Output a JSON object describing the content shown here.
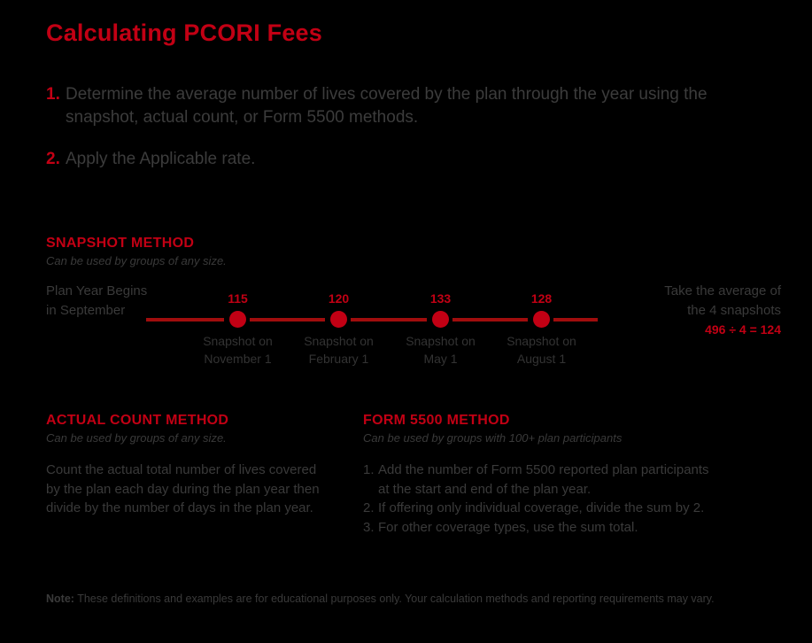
{
  "title": "Calculating PCORI Fees",
  "colors": {
    "background": "#000000",
    "accent_red": "#c20014",
    "line_red": "#a00d0d",
    "body_gray": "#3a3a3a"
  },
  "intro": {
    "items": [
      {
        "number": "1.",
        "text": "Determine the average number of lives covered by the plan through the year using the snapshot, actual count, or Form 5500 methods."
      },
      {
        "number": "2.",
        "text": "Apply the Applicable rate."
      }
    ]
  },
  "snapshot_method": {
    "heading": "SNAPSHOT METHOD",
    "subheading": "Can be used by groups of any size.",
    "start_label_line1": "Plan Year Begins",
    "start_label_line2": "in September",
    "nodes": [
      {
        "value": "115",
        "label_line1": "Snapshot on",
        "label_line2": "November 1"
      },
      {
        "value": "120",
        "label_line1": "Snapshot on",
        "label_line2": "February 1"
      },
      {
        "value": "133",
        "label_line1": "Snapshot on",
        "label_line2": "May 1"
      },
      {
        "value": "128",
        "label_line1": "Snapshot on",
        "label_line2": "August 1"
      }
    ],
    "average_line1": "Take the average of",
    "average_line2": "the 4 snapshots",
    "average_calc": "496 ÷ 4 = 124"
  },
  "actual_count_method": {
    "heading": "ACTUAL COUNT METHOD",
    "subheading": "Can be used by groups of any size.",
    "body": "Count the actual total number of lives covered by the plan each day during the plan year then divide by the number of days in the plan year."
  },
  "form_5500_method": {
    "heading": "FORM 5500 METHOD",
    "subheading": "Can be used by groups with 100+ plan participants",
    "items": [
      {
        "number": "1.",
        "text": "Add the number of Form 5500 reported plan participants at the start and end of the plan year."
      },
      {
        "number": "2.",
        "text": "If offering only individual coverage, divide the sum by 2."
      },
      {
        "number": "3.",
        "text": "For other coverage types, use the sum total."
      }
    ]
  },
  "note": {
    "label": "Note:",
    "text": "These definitions and examples are for educational purposes only. Your calculation methods and reporting requirements may vary."
  }
}
